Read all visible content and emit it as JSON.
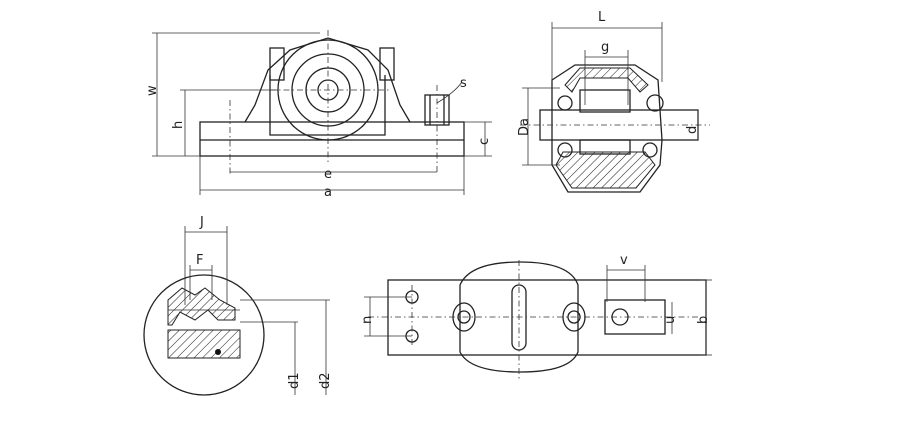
{
  "labels": {
    "w": "w",
    "h": "h",
    "c": "c",
    "e": "e",
    "a": "a",
    "s": "s",
    "L": "L",
    "g": "g",
    "Da": "Da",
    "d": "d",
    "J": "J",
    "F": "F",
    "d1": "d1",
    "d2": "d2",
    "n": "n",
    "v": "v",
    "u": "u",
    "b": "b"
  }
}
